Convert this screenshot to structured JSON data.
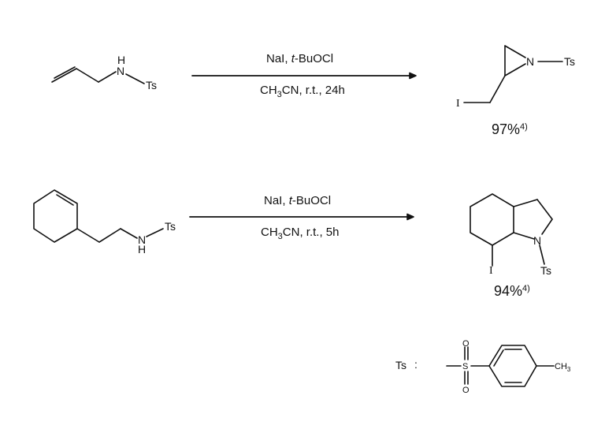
{
  "reactions": [
    {
      "substrate": {
        "name": "N-allyl tosylamide",
        "labels": {
          "nh_h": "H",
          "n": "N",
          "ts": "Ts"
        }
      },
      "conditions": {
        "above": {
          "reagent": "NaI, ",
          "italic": "t",
          "rest": "-BuOCl"
        },
        "below": {
          "pre": "CH",
          "sub": "3",
          "post": "CN, r.t., 24h"
        }
      },
      "product": {
        "name": "2-(iodomethyl)-1-tosylaziridine",
        "labels": {
          "n": "N",
          "ts": "Ts",
          "i": "I"
        }
      },
      "yield": {
        "value": "97%",
        "ref": "4)"
      }
    },
    {
      "substrate": {
        "name": "N-[2-(cyclohex-2-enyl)ethyl] tosylamide",
        "labels": {
          "n": "N",
          "nh_h": "H",
          "ts": "Ts"
        }
      },
      "conditions": {
        "above": {
          "reagent": "NaI, ",
          "italic": "t",
          "rest": "-BuOCl"
        },
        "below": {
          "pre": "CH",
          "sub": "3",
          "post": "CN, r.t., 5h"
        }
      },
      "product": {
        "name": "7-iodo-1-tosyloctahydroindole",
        "labels": {
          "n": "N",
          "ts": "Ts",
          "i": "I"
        }
      },
      "yield": {
        "value": "94%",
        "ref": "4)"
      }
    }
  ],
  "legend": {
    "label": "Ts",
    "colon": ":",
    "atoms": {
      "s": "S",
      "o_top": "O",
      "o_bottom": "O",
      "ch3_pre": "CH",
      "ch3_sub": "3"
    }
  }
}
